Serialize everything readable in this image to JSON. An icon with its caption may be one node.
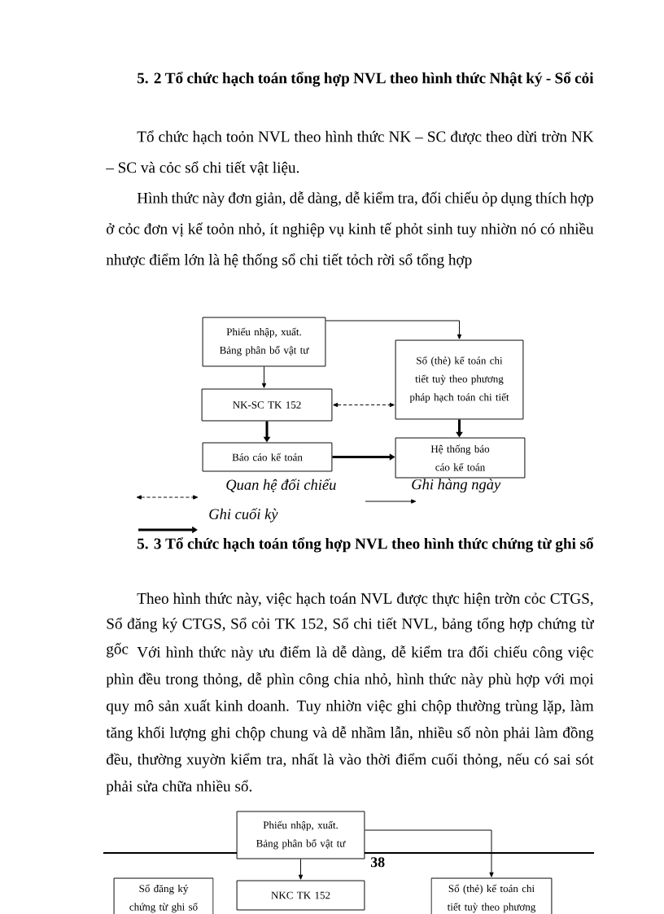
{
  "diagram": {
    "title": "5. 2 Tổ chức hạch toán tổng hợp NVL theo hình thức Nhật ký - Sổ cỏi",
    "nodes": [
      {
        "text": [
          "Phiếu nhập, xuất. Bảng phân bổ vật tư"
        ]
      },
      {
        "text": [
          "Sổ (thẻ) kế toán chi tiết tuỳ theo phương pháp hạch toán chi tiết"
        ]
      },
      {
        "text": [
          "NK-SC TK 152"
        ]
      },
      {
        "text": [
          "Báo cáo kế toán"
        ]
      },
      {
        "text": [
          "Hệ thống báo cáo kế toán"
        ]
      },
      {
        "text": [
          "Phiếu nhập, xuất. Bảng phân bổ vật tư"
        ]
      },
      {
        "text": [
          "Sổ đăng ký chứng từ ghi sổ"
        ]
      },
      {
        "text": [
          "NKC TK 152"
        ]
      },
      {
        "text": [
          "Sổ (thẻ) kế toán chi tiết tuỳ theo phương"
        ]
      }
    ],
    "edges": [
      {
        "from": 0,
        "to": 1,
        "arrow": "to"
      },
      {
        "from": 0,
        "to": 2,
        "arrow": "to"
      },
      {
        "from": 2,
        "to": 1,
        "arrow": "both",
        "style": "dashed"
      },
      {
        "from": 2,
        "to": 3,
        "arrow": "to",
        "style": "thick"
      },
      {
        "from": 1,
        "to": 4,
        "arrow": "to",
        "style": "thick"
      },
      {
        "from": 3,
        "to": 4,
        "arrow": "to",
        "style": "thick"
      },
      {
        "from": 5,
        "to": 7,
        "arrow": "to"
      },
      {
        "from": 5,
        "to": 8,
        "arrow": "to"
      }
    ],
    "labels": [
      "Tổ chức hạch toỏn NVL theo hình thức NK – SC được theo dừi trờn NK – SC và cỏc sổ chi tiết vật liệu.",
      "Hình thức này đơn giản, dễ dàng, dễ kiểm tra, đối chiếu ỏp dụng thích hợp ở cỏc đơn vị kế toỏn nhỏ, ít nghiệp vụ kinh tế phỏt sinh tuy nhiờn nó có nhiều nhược điểm lớn là hệ thống sổ chi tiết tỏch rời sổ tổng hợp",
      "5. 3 Tổ chức hạch toán tổng hợp NVL theo hình thức chứng từ ghi sổ",
      "Theo hình thức này, việc hạch toán NVL được thực hiện trờn cỏc CTGS, Sổ đăng ký CTGS, Sổ cỏi TK 152, Sổ chi tiết NVL, bảng tổng hợp chứng từ gốc",
      "Với hình thức này ưu điểm là dễ dàng, dễ kiểm tra đối chiếu công việc phìn đều trong thỏng, dễ phìn công chia nhỏ, hình thức này phù hợp với mọi quy mô sản xuất kinh doanh. Tuy nhiờn việc ghi chộp thường trùng lặp, làm tăng khối lượng ghi chộp chung và dễ nhầm lẫn, nhiều số nòn phải làm đồng đều, thường xuyờn kiểm tra, nhất là vào thời điểm cuối thỏng, nếu có sai sót phải sửa chữa nhiều sổ.",
      "38"
    ],
    "legend": [
      {
        "text": "Quan hệ đối chiếu"
      },
      {
        "text": "Ghi hàng ngày"
      },
      {
        "text": "Ghi cuối kỳ"
      }
    ]
  }
}
